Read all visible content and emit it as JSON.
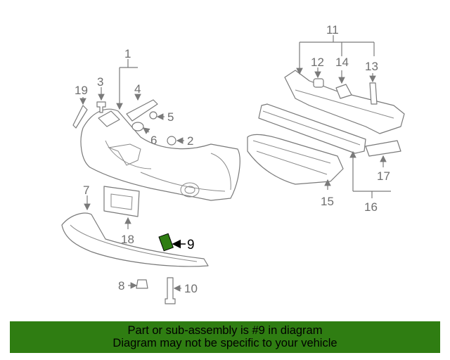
{
  "callouts": {
    "c1": "1",
    "c2": "2",
    "c3": "3",
    "c4": "4",
    "c5": "5",
    "c6": "6",
    "c7": "7",
    "c8": "8",
    "c9": "9",
    "c10": "10",
    "c11": "11",
    "c12": "12",
    "c13": "13",
    "c14": "14",
    "c15": "15",
    "c16": "16",
    "c17": "17",
    "c18": "18",
    "c19": "19"
  },
  "highlight": {
    "part_number": "9",
    "color": "#2f7d12"
  },
  "banner": {
    "line1": "Part or sub-assembly is #9 in diagram",
    "line2": "Diagram may not be specific to your vehicle",
    "color": "#2f7d12"
  }
}
